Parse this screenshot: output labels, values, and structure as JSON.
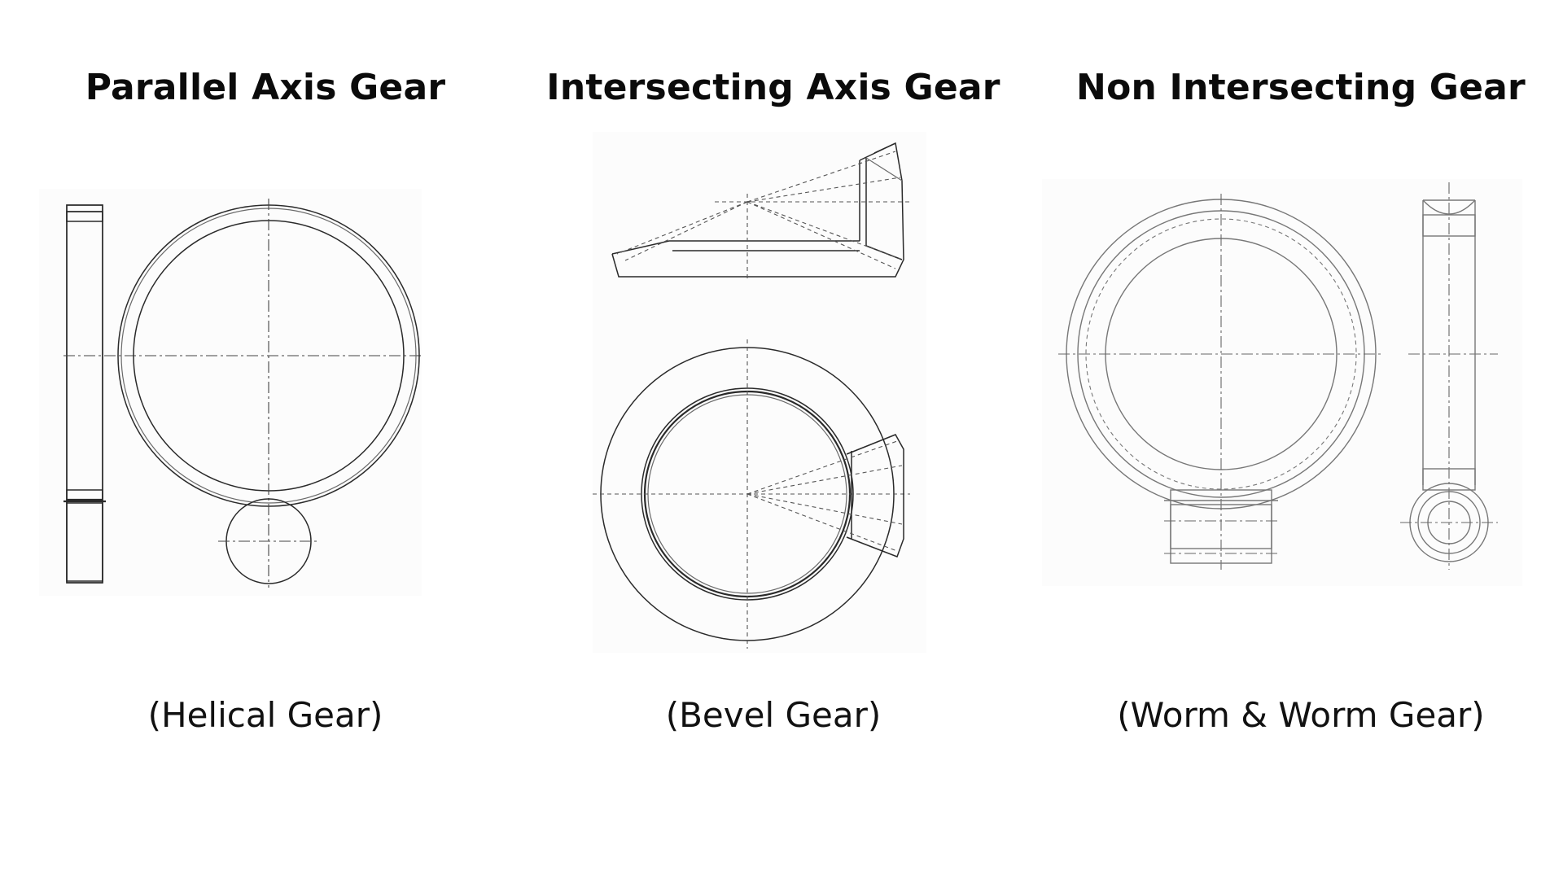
{
  "columns": [
    {
      "heading": "Parallel Axis Gear",
      "caption": "(Helical Gear)"
    },
    {
      "heading": "Intersecting Axis Gear",
      "caption": "(Bevel Gear)"
    },
    {
      "heading": "Non Intersecting Gear",
      "caption": "(Worm & Worm Gear)"
    }
  ]
}
